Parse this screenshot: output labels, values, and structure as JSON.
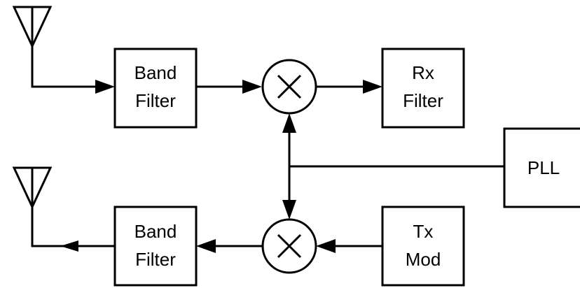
{
  "blocks": {
    "rx_band_filter": {
      "line1": "Band",
      "line2": "Filter"
    },
    "rx_filter": {
      "line1": "Rx",
      "line2": "Filter"
    },
    "pll": {
      "label": "PLL"
    },
    "tx_band_filter": {
      "line1": "Band",
      "line2": "Filter"
    },
    "tx_mod": {
      "line1": "Tx",
      "line2": "Mod"
    }
  },
  "icons": {
    "antenna": "antenna-icon",
    "mixer": "mixer-icon"
  },
  "colors": {
    "stroke": "#000000",
    "background": "#ffffff"
  }
}
